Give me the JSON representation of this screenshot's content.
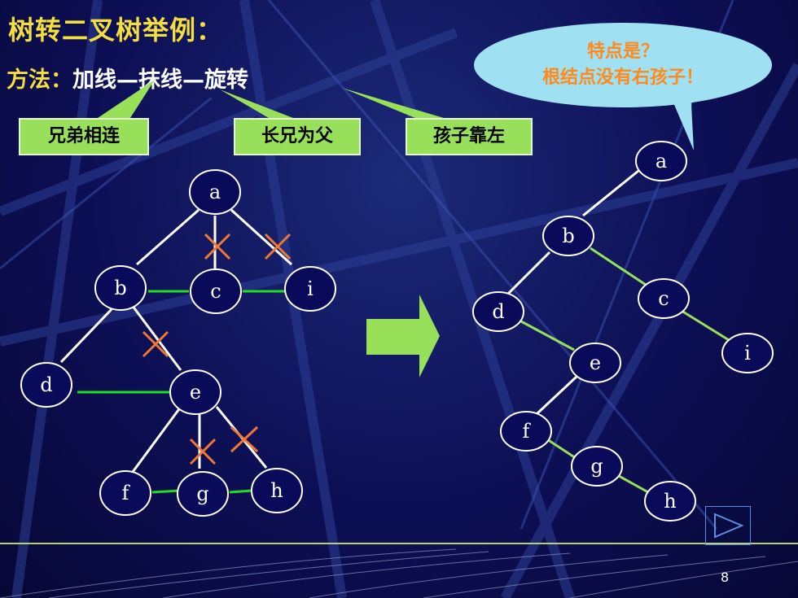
{
  "title": "树转二叉树举例：",
  "method": {
    "prefix": "方法：",
    "steps": "加线—抹线—旋转"
  },
  "labels": {
    "add_line": "兄弟相连",
    "erase_line": "长兄为父",
    "rotate": "孩子靠左"
  },
  "callout": {
    "line1": "特点是？",
    "line2": "根结点没有右孩子！"
  },
  "tree_nodes": [
    "a",
    "b",
    "c",
    "i",
    "d",
    "e",
    "f",
    "g",
    "h"
  ],
  "binary_tree_nodes": [
    "a",
    "b",
    "c",
    "d",
    "e",
    "i",
    "f",
    "g",
    "h"
  ],
  "page_number": "8",
  "colors": {
    "title": "#f5df3c",
    "sibling_link": "#22dd22",
    "erase_mark": "#f07830",
    "label_fill": "#99e05a",
    "callout_fill": "#9fe0f2",
    "callout_text": "#ff8a1c"
  }
}
